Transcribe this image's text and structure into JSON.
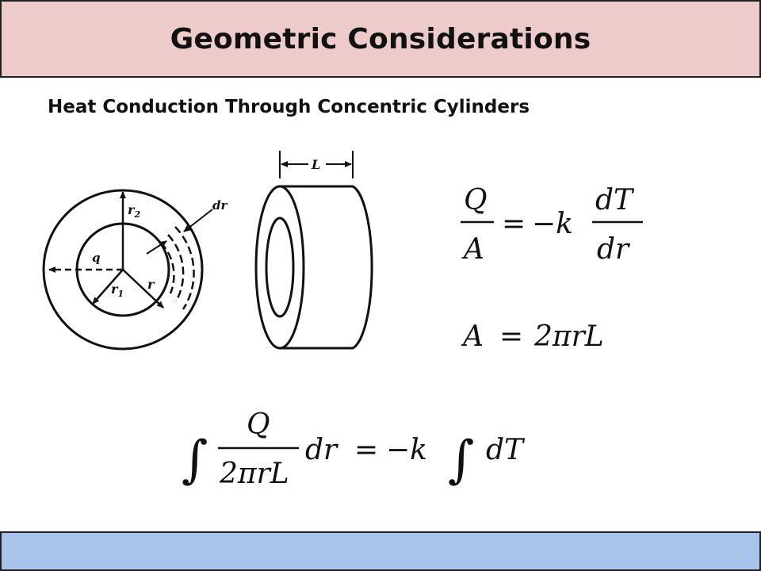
{
  "slide": {
    "title": "Geometric Considerations",
    "subtitle": "Heat Conduction Through Concentric Cylinders"
  },
  "diagram": {
    "labels": {
      "r2": "r",
      "r2_sub": "2",
      "r1": "r",
      "r1_sub": "1",
      "r": "r",
      "q": "q",
      "dr": "dr",
      "L": "L"
    }
  },
  "equations": {
    "eq1": {
      "lhs_num": "Q",
      "lhs_den": "A",
      "eq_sign": "=",
      "neg_k": "−k",
      "rhs_num": "dT",
      "rhs_den": "dr"
    },
    "eq2": {
      "lhs": "A",
      "eq_sign": "=",
      "rhs": "2πrL"
    },
    "eq3": {
      "integral1": "∫",
      "num": "Q",
      "den": "2πrL",
      "dr": "dr",
      "eq_sign": "=",
      "neg_k": "−k",
      "integral2": "∫",
      "dT": "dT"
    }
  },
  "colors": {
    "title_bg": "#eecbcb",
    "footer_bg": "#a9c4ea"
  }
}
